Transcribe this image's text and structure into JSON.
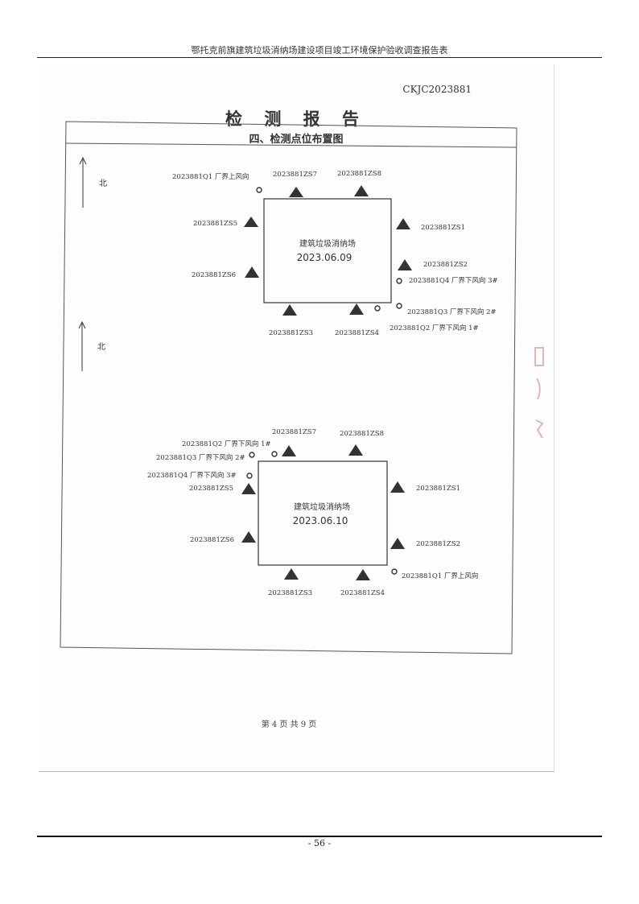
{
  "header": {
    "title": "鄂托克前旗建筑垃圾消纳场建设项目竣工环境保护验收调查报告表"
  },
  "report": {
    "code": "CKJC2023881",
    "title": "检 测 报 告",
    "section": "四、检测点位布置图",
    "page_indicator": "第 4 页 共 9 页"
  },
  "north_label": "北",
  "map1": {
    "site_name": "建筑垃圾消纳场",
    "date": "2023.06.09",
    "labels": {
      "q1": "2023881Q1 厂界上风向",
      "zs7": "2023881ZS7",
      "zs8": "2023881ZS8",
      "zs5": "2023881ZS5",
      "zs1": "2023881ZS1",
      "zs6": "2023881ZS6",
      "zs2": "2023881ZS2",
      "q4": "2023881Q4 厂界下风向 3#",
      "q3": "2023881Q3 厂界下风向 2#",
      "q2": "2023881Q2 厂界下风向 1#",
      "zs3": "2023881ZS3",
      "zs4": "2023881ZS4"
    }
  },
  "map2": {
    "site_name": "建筑垃圾消纳场",
    "date": "2023.06.10",
    "labels": {
      "zs7": "2023881ZS7",
      "zs8": "2023881ZS8",
      "q2": "2023881Q2 厂界下风向 1#",
      "q3": "2023881Q3 厂界下风向 2#",
      "q4": "2023881Q4 厂界下风向 3#",
      "zs5": "2023881ZS5",
      "zs1": "2023881ZS1",
      "zs6": "2023881ZS6",
      "zs2": "2023881ZS2",
      "zs3": "2023881ZS3",
      "zs4": "2023881ZS4",
      "q1": "2023881Q1 厂界上风向"
    }
  },
  "footer": {
    "page_number": "- 56 -"
  },
  "colors": {
    "marker": "#333333",
    "stamp": "#e8b4b4"
  }
}
